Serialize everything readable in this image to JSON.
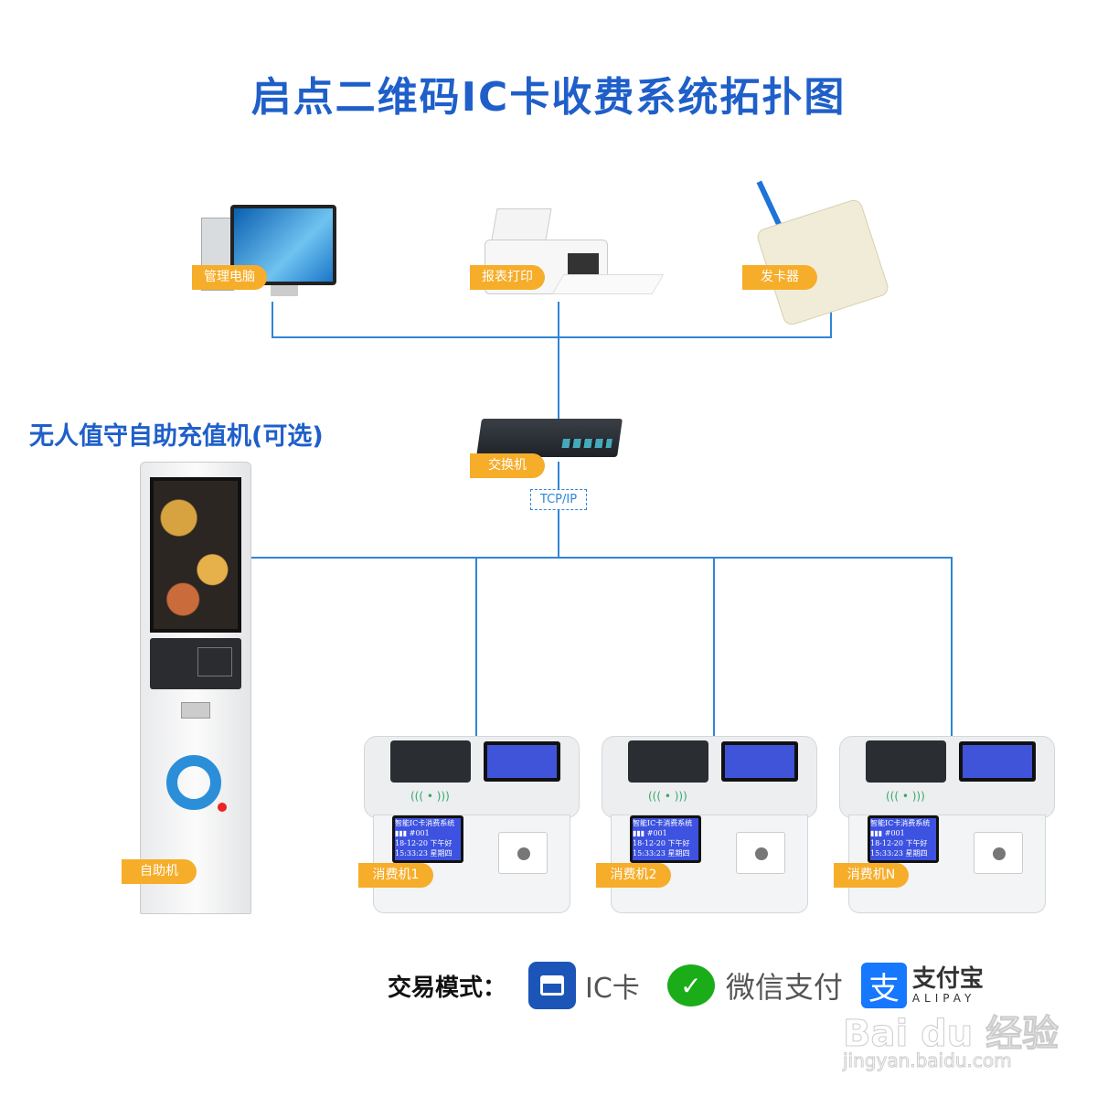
{
  "title": "启点二维码IC卡收费系统拓扑图",
  "nodes": {
    "pc": "管理电脑",
    "printer": "报表打印",
    "card_issuer": "发卡器",
    "switch": "交换机",
    "kiosk": "自助机",
    "term1": "消费机1",
    "term2": "消费机2",
    "termN": "消费机N"
  },
  "kiosk_heading": "无人值守自助充值机(可选)",
  "protocol": "TCP/IP",
  "terminal_screen": [
    "智能IC卡消费系统",
    "▮▮▮      #001",
    "18-12-20  下午好",
    "15:33:23  星期四"
  ],
  "payment": {
    "label": "交易模式：",
    "ic": "IC卡",
    "wechat": "微信支付",
    "alipay": "支付宝",
    "alipay_en": "ALIPAY"
  },
  "watermark": {
    "brand": "Bai du 经验",
    "url": "jingyan.baidu.com"
  },
  "colors": {
    "title": "#1f5fc9",
    "line": "#2f86d6",
    "tag": "#f6ad2a",
    "ic": "#1c55b8",
    "wechat": "#1aad19",
    "alipay": "#1677ff"
  }
}
